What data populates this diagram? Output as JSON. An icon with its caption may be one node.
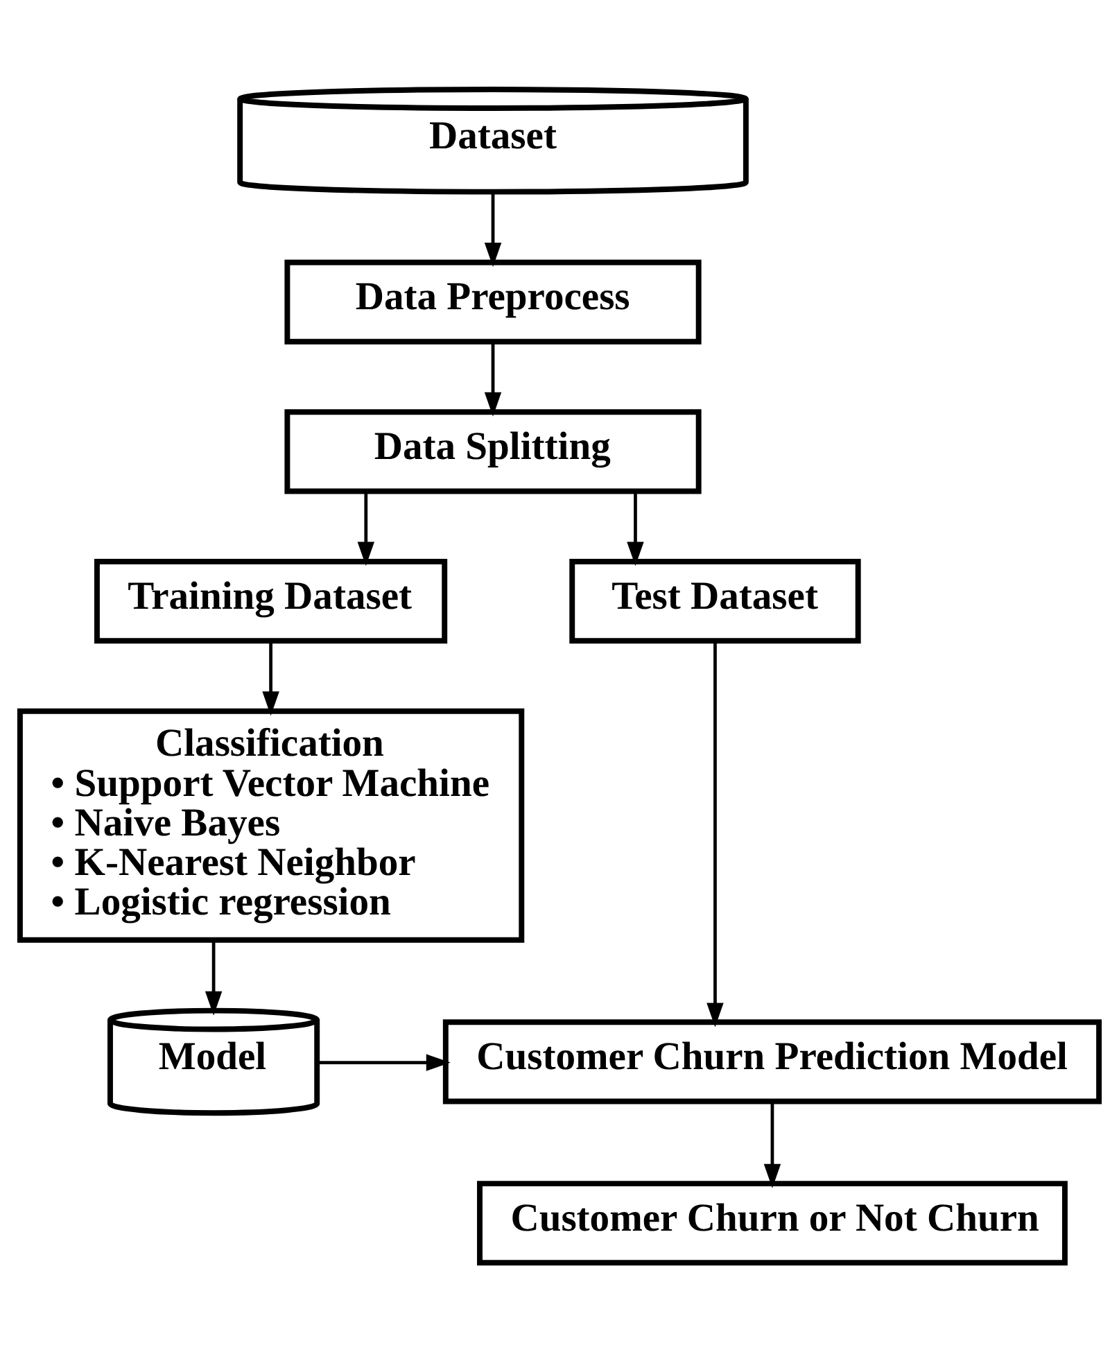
{
  "diagram": {
    "nodes": [
      {
        "text": [
          "Dataset"
        ]
      },
      {
        "text": [
          "Data Preprocess"
        ]
      },
      {
        "text": [
          "Data Splitting"
        ]
      },
      {
        "text": [
          "Training Dataset"
        ]
      },
      {
        "text": [
          "Test Dataset"
        ]
      },
      {
        "text": [
          "Classification",
          "• Support Vector Machine",
          "• Naive Bayes",
          "• K-Nearest Neighbor",
          "• Logistic regression"
        ]
      },
      {
        "text": [
          "Model"
        ]
      },
      {
        "text": [
          "Customer Churn Prediction Model"
        ]
      },
      {
        "text": [
          "Customer Churn or Not Churn"
        ]
      }
    ],
    "edges": [
      {
        "from": 0,
        "to": 1,
        "arrow": "to"
      },
      {
        "from": 1,
        "to": 2,
        "arrow": "to"
      },
      {
        "from": 2,
        "to": 3,
        "arrow": "to"
      },
      {
        "from": 2,
        "to": 4,
        "arrow": "to"
      },
      {
        "from": 3,
        "to": 5,
        "arrow": "to"
      },
      {
        "from": 5,
        "to": 6,
        "arrow": "to"
      },
      {
        "from": 4,
        "to": 7,
        "arrow": "to"
      },
      {
        "from": 6,
        "to": 7,
        "arrow": "to"
      },
      {
        "from": 7,
        "to": 8,
        "arrow": "to"
      }
    ]
  }
}
